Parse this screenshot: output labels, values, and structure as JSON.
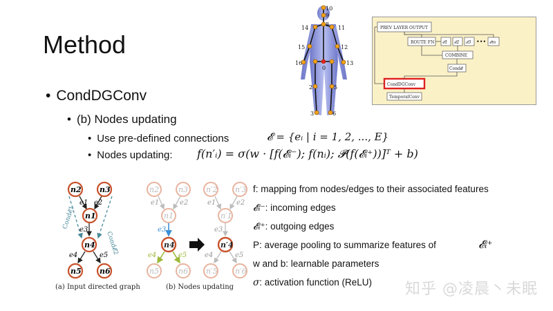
{
  "slide": {
    "title": "Method",
    "bullet1": "CondDGConv",
    "bullet2": "(b) Nodes updating",
    "bullet3": "Use pre-defined connections",
    "bullet4": "Nodes updating:",
    "eq_edges": "𝓔 = {eᵢ | i = 1, 2, ..., E}",
    "eq_update": "f(n′ᵢ) = σ(w · [f(𝓔ᵢ⁻); f(nᵢ); 𝓟(f(𝓔ᵢ⁺))]ᵀ + b)"
  },
  "descriptions": {
    "f": "f:  mapping from nodes/edges to their associated features",
    "incoming": ": incoming edges",
    "outgoing": ": outgoing edges",
    "pooling": "P: average pooling to summarize features of",
    "wb": "w and b: learnable parameters",
    "sigma": ": activation function (ReLU)"
  },
  "symbols": {
    "e_minus": "𝓔ᵢ⁻",
    "e_plus": "𝓔ᵢ⁺",
    "sigma": "σ"
  },
  "graph_a": {
    "caption": "(a) Input directed graph",
    "nodes": [
      "n2",
      "n3",
      "n1",
      "n4",
      "n5",
      "n6"
    ],
    "edges": [
      "e1",
      "e2",
      "e3",
      "e4",
      "e5"
    ],
    "cond": [
      "Cond𝓔1",
      "Cond𝓔2"
    ]
  },
  "graph_b": {
    "caption": "(b) Nodes updating",
    "nodes": [
      "n2",
      "n3",
      "n1",
      "n4",
      "n5",
      "n6"
    ],
    "nodes_updated": [
      "n′2",
      "n′3",
      "n′1",
      "n′4",
      "n′5",
      "n′6"
    ],
    "edges": [
      "e1",
      "e2",
      "e3",
      "e4",
      "e5"
    ]
  },
  "skeleton": {
    "joint_labels": [
      "10",
      "9",
      "8",
      "14",
      "11",
      "15",
      "12",
      "16",
      "13",
      "0",
      "2",
      "5",
      "3",
      "6"
    ]
  },
  "architecture": {
    "prev": "PREV LAYER OUTPUT",
    "route": "ROUTE FN",
    "experts": [
      "𝓔1",
      "𝓔2",
      "𝓔3",
      "•••",
      "𝓔m"
    ],
    "combine": "COMBINE",
    "cond": "Cond𝓔",
    "conddg": "CondDGConv",
    "temporal": "TemporalConv"
  },
  "watermark": "知乎 @凌晨丶未眠",
  "colors": {
    "node": "#c8502a",
    "node_faded": "#e8b39e",
    "dashed": "#4a8a9a",
    "blue_edge": "#3c8fd6",
    "green_edge": "#9cb83a",
    "arch_bg": "#fbf1c7",
    "highlight": "#e02020"
  }
}
